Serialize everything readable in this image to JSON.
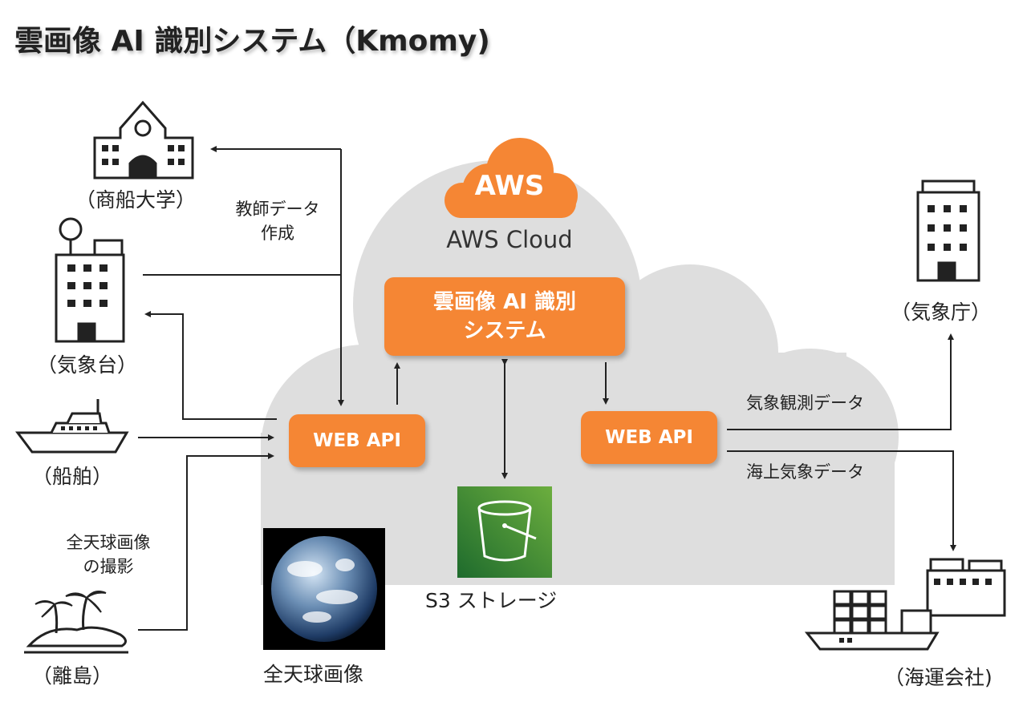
{
  "title": "雲画像 AI 識別システム（Kmomy)",
  "aws": {
    "logo": "AWS",
    "cloud_label": "AWS Cloud"
  },
  "system": {
    "line1": "雲画像 AI 識別",
    "line2": "システム"
  },
  "api_left": "WEB API",
  "api_right": "WEB API",
  "storage": "S3 ストレージ",
  "earth_label": "全天球画像",
  "nodes": {
    "university": "（商船大学）",
    "met_office": "（気象台）",
    "ship": "（船舶）",
    "island": "（離島）",
    "jma": "（気象庁）",
    "shipping_company": "（海運会社)"
  },
  "edges": {
    "teacher_1": "教師データ",
    "teacher_2": "作成",
    "capture_1": "全天球画像",
    "capture_2": "の撮影",
    "weather_obs": "気象観測データ",
    "marine_weather": "海上気象データ"
  },
  "colors": {
    "accent": "#F58634",
    "cloud": "#dedede",
    "s3": "#3F8624",
    "stroke": "#222222"
  }
}
